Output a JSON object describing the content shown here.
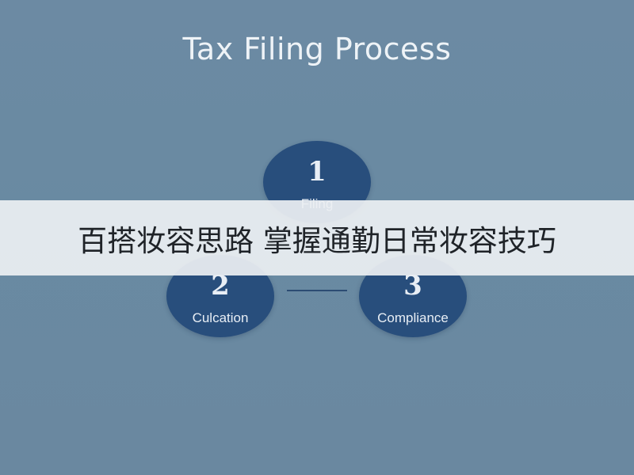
{
  "diagram": {
    "title": "Tax Filing Process",
    "steps": [
      {
        "number": "1",
        "label": "Filing"
      },
      {
        "number": "2",
        "label": "Culcation"
      },
      {
        "number": "3",
        "label": "Compliance"
      }
    ]
  },
  "banner": {
    "text": "百搭妆容思路 掌握通勤日常妆容技巧"
  },
  "colors": {
    "background": "#6a88a0",
    "circle_fill": "#284e7c",
    "banner_bg": "#eceff2"
  }
}
